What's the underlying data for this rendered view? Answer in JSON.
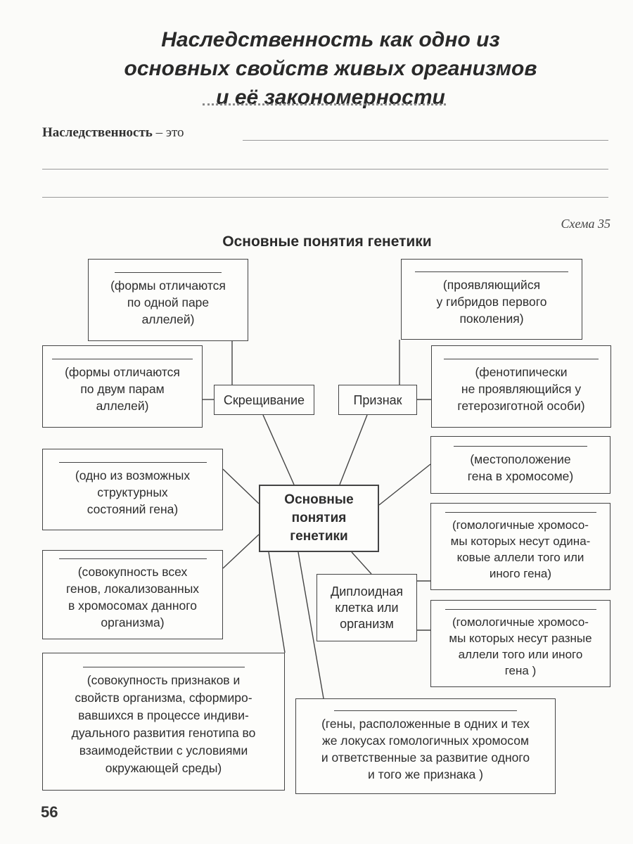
{
  "header": {
    "title_line1": "Наследственность как одно из",
    "title_line2": "основных свойств живых организмов",
    "title_line3": "и её закономерности"
  },
  "definition": {
    "term": "Наследственность",
    "dash_text": " – это"
  },
  "scheme": {
    "label": "Схема 35",
    "title": "Основные понятия генетики"
  },
  "diagram": {
    "center": "Основные\nпонятия\nгенетики",
    "crossing": "Скрещивание",
    "trait": "Признак",
    "diploid": "Диплоидная\nклетка или\nорганизм",
    "boxes": {
      "mono": "(формы отличаются\nпо одной паре\nаллелей)",
      "di": "(формы отличаются\nпо двум парам\nаллелей)",
      "dominant": "(проявляющийся\nу гибридов первого\nпоколения)",
      "recessive": "(фенотипически\nне проявляющийся у\nгетерозиготной особи)",
      "locus": "(местоположение\nгена в хромосоме)",
      "allele_state": "(одно из возможных\nструктурных\nсостояний гена)",
      "homozygote": "(гомологичные хромосо-\nмы которых несут одина-\nковые аллели того или\nиного гена)",
      "genotype": "(совокупность всех\nгенов, локализованных\nв хромосомах данного\nорганизма)",
      "heterozygote": "(гомологичные хромосо-\nмы которых несут разные\nаллели того или иного\nгена )",
      "phenotype": "(совокупность признаков и\nсвойств организма, сформиро-\nвавшихся в процессе индиви-\nдуального развития генотипа во\nвзаимодействии с условиями\nокружающей среды)",
      "allelic_genes": "(гены, расположенные в одних и тех\nже локусах гомологичных хромосом\nи ответственные за развитие одного\nи того же признака )"
    }
  },
  "footer": {
    "page_number": "56"
  }
}
